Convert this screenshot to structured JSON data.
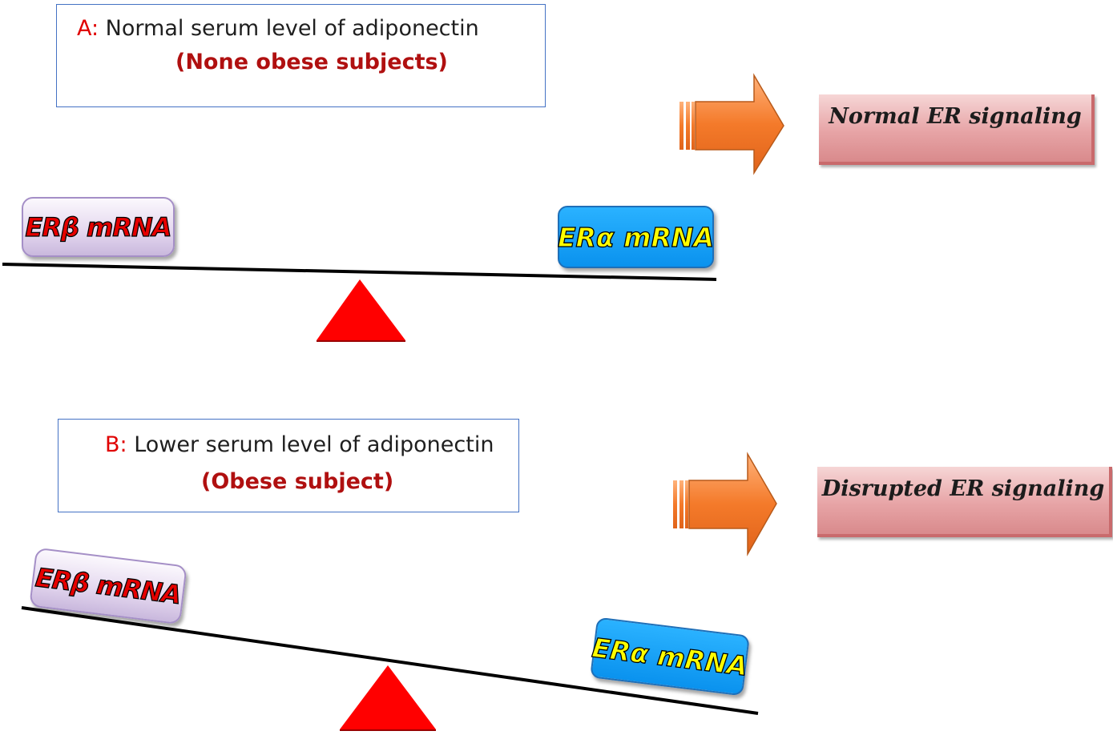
{
  "panel_a": {
    "letter": "A:",
    "title": " Normal serum level of adiponectin",
    "subtitle": "(None obese subjects)",
    "left_label": "ERβ mRNA",
    "right_label": "ERα mRNA",
    "outcome": "Normal ER signaling"
  },
  "panel_b": {
    "letter": "B:",
    "title": " Lower serum level of adiponectin",
    "subtitle": "(Obese subject)",
    "left_label": "ERβ mRNA",
    "right_label": "ERα mRNA",
    "outcome": "Disrupted ER signaling"
  },
  "colors": {
    "box_border": "#4472c4",
    "letter": "#e00000",
    "subtitle": "#b01010",
    "fulcrum": "#ff0000",
    "arrow": "#f07a2e",
    "beta_text": "#e60000",
    "alpha_box": "#0a92ee",
    "alpha_text": "#ffff00",
    "outcome_box": "#e7a4a6"
  },
  "icons": {
    "arrow": "right-arrow-icon",
    "fulcrum": "triangle-fulcrum-icon"
  }
}
